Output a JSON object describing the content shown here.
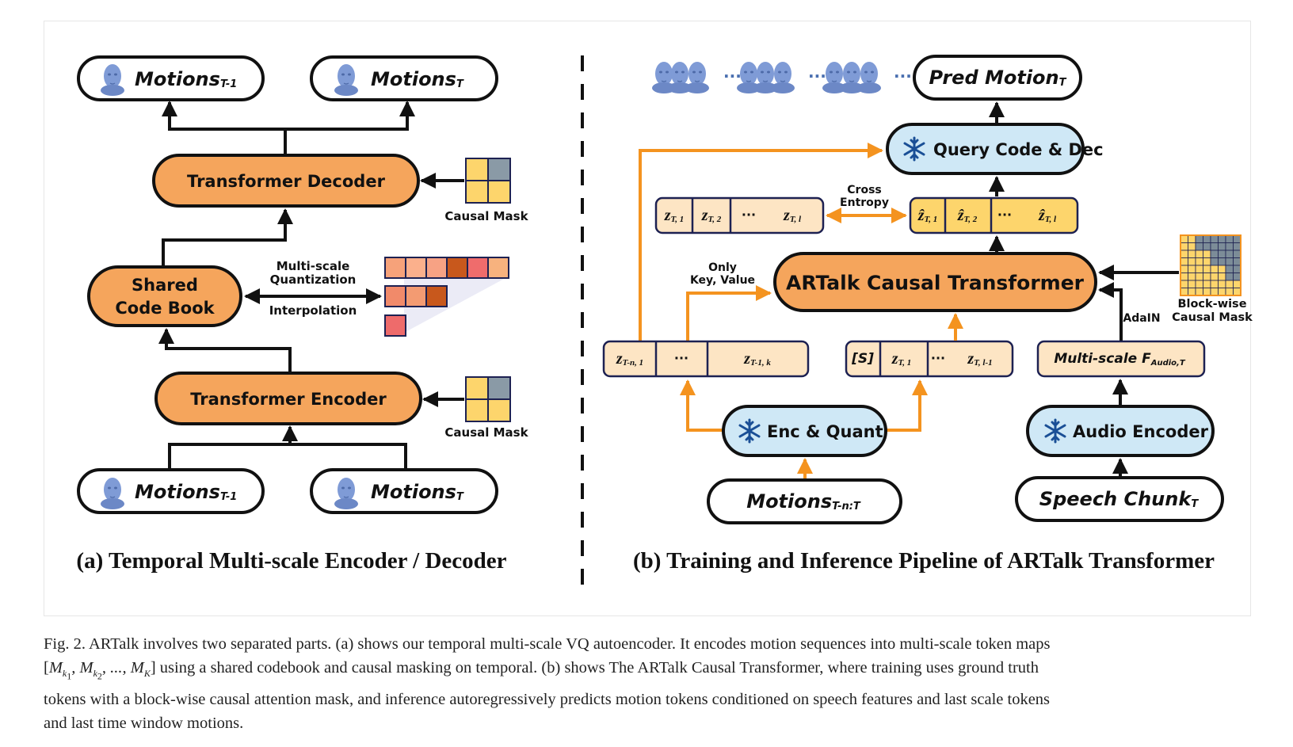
{
  "left": {
    "motions_prev": "Motions",
    "motions_prev_sub": "T-1",
    "motions_cur": "Motions",
    "motions_cur_sub": "T",
    "decoder": "Transformer Decoder",
    "encoder": "Transformer Encoder",
    "codebook_line1": "Shared",
    "codebook_line2": "Code Book",
    "msq_line1": "Multi-scale",
    "msq_line2": "Quantization",
    "interp": "Interpolation",
    "causal_mask": "Causal Mask",
    "title": "(a) Temporal Multi-scale Encoder / Decoder"
  },
  "right": {
    "pred": "Pred Motion",
    "pred_sub": "T",
    "query": "Query Code & Dec",
    "cross_line1": "Cross",
    "cross_line2": "Entropy",
    "gt_tokens": [
      "z",
      "z",
      "···",
      "z"
    ],
    "gt_subs": [
      "T, 1",
      "T, 2",
      "",
      "T, l"
    ],
    "pred_tokens": [
      "ẑ",
      "ẑ",
      "···",
      "ẑ"
    ],
    "pred_subs": [
      "T, 1",
      "T, 2",
      "",
      "T, l"
    ],
    "only_line1": "Only",
    "only_line2": "Key, Value",
    "artalk": "ARTalk Causal Transformer",
    "bw_line1": "Block-wise",
    "bw_line2": "Causal Mask",
    "adain": "AdaIN",
    "past_tokens": [
      "z",
      "···",
      "z"
    ],
    "past_subs": [
      "T-n, 1",
      "",
      "T-1, k"
    ],
    "cur_tokens": [
      "[S]",
      "z",
      "···",
      "z"
    ],
    "cur_subs": [
      "",
      "T, 1",
      "",
      "T, l-1"
    ],
    "ms_audio": "Multi-scale F",
    "ms_audio_sub": "Audio,T",
    "enc_quant": "Enc & Quant",
    "audio_enc": "Audio Encoder",
    "motions_input": "Motions",
    "motions_input_sub": "T-n:T",
    "speech": "Speech Chunk",
    "speech_sub": "T",
    "title": "(b) Training and Inference Pipeline of ARTalk Transformer"
  },
  "caption": {
    "line1": "Fig. 2.  ARTalk involves two separated parts. (a) shows our temporal multi-scale VQ autoencoder. It encodes motion sequences into multi-scale token maps",
    "line2_a": "[",
    "line2_b": "M",
    "line2_c": "k",
    "line2_d": "1",
    "line2_e": ", M",
    "line2_f": "k",
    "line2_g": "2",
    "line2_h": ", ..., M",
    "line2_i": "K",
    "line2_j": "] using a shared codebook and causal masking on temporal. (b) shows The ARTalk Causal Transformer, where training uses ground truth",
    "line3": "tokens with a block-wise causal attention mask, and inference autoregressively predicts motion tokens conditioned on speech features and last scale tokens",
    "line4": "and last time window motions."
  },
  "colors": {
    "orange_fill": "#f5a55c",
    "blue_fill": "#cfe8f6",
    "peach_fill": "#fde5c4",
    "yellow_fill": "#fdd56c",
    "arrow_orange": "#f4931f",
    "navy": "#1d2152",
    "face": "#7f9bd6"
  }
}
